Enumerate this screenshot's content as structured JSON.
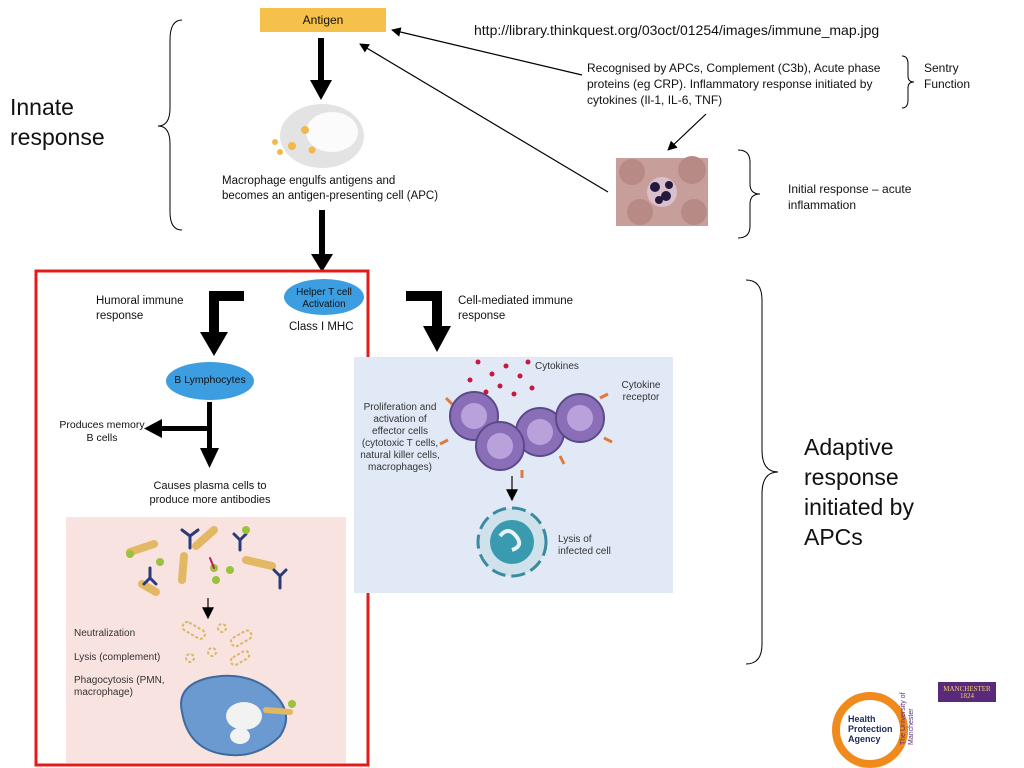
{
  "source_url": "http://library.thinkquest.org/03oct/01254/images/immune_map.jpg",
  "innate": {
    "label": "Innate response",
    "antigen": "Antigen",
    "macrophage_caption": "Macrophage engulfs antigens and becomes an antigen-presenting cell (APC)"
  },
  "sentry": {
    "text": "Recognised by APCs, Complement (C3b), Acute phase proteins (eg CRP). Inflammatory response initiated by cytokines (Il-1, IL-6, TNF)",
    "label": "Sentry Function"
  },
  "initial_response": "Initial response – acute inflammation",
  "helper": {
    "label": "Helper T cell Activation",
    "mhc": "Class I MHC"
  },
  "humoral": {
    "label": "Humoral immune response",
    "b_cells": "B Lymphocytes",
    "memory": "Produces memory B cells",
    "plasma": "Causes plasma cells to produce more antibodies",
    "neutralization": "Neutralization",
    "lysis": "Lysis (complement)",
    "phagocytosis": "Phagocytosis (PMN, macrophage)"
  },
  "cell_mediated": {
    "label": "Cell-mediated immune response",
    "cytokines": "Cytokines",
    "receptor": "Cytokine receptor",
    "proliferation": "Proliferation and activation of effector cells (cytotoxic T cells, natural killer cells, macrophages)",
    "lysis": "Lysis of infected cell"
  },
  "adaptive": {
    "label": "Adaptive response initiated by APCs"
  },
  "logos": {
    "hpa": "Health Protection Agency",
    "uom": "The University of Manchester",
    "manchester": "MANCHESTER 1824"
  },
  "colors": {
    "antigen_box": "#f5c14a",
    "red_frame": "#e41b1b",
    "helper_ellipse": "#3c9de0",
    "pink_panel": "#f9e3e1",
    "blue_panel": "#e2e9f6",
    "manchester": "#5a2a7a",
    "hpa_orange": "#f08a1c"
  }
}
